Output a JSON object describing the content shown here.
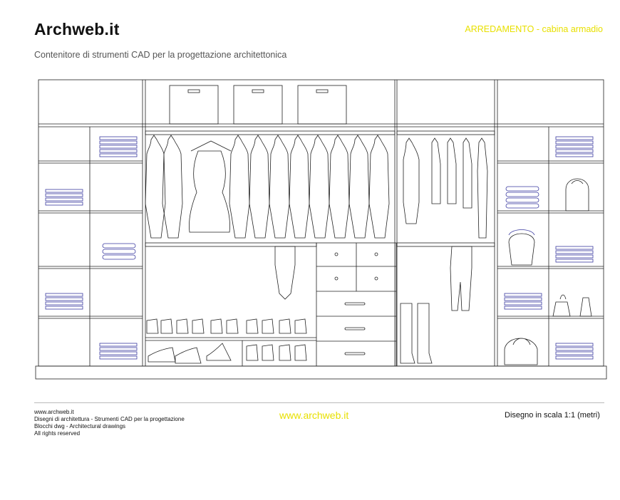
{
  "header": {
    "brand": "Archweb.it",
    "subtitle": "Contenitore di strumenti CAD per la progettazione architettonica",
    "category": "ARREDAMENTO - cabina armadio"
  },
  "footer": {
    "site": "www.archweb.it",
    "line2": "Disegni di architettura - Strumenti CAD  per la progettazione",
    "line3": "Blocchi dwg - Architectural drawings",
    "line4": "All rights reserved",
    "center_link": "www.archweb.it",
    "scale": "Disegno in scala 1:1 (metri)"
  },
  "colors": {
    "line": "#222222",
    "accent_blue": "#3a3aa0",
    "yellow": "#e8e000"
  }
}
